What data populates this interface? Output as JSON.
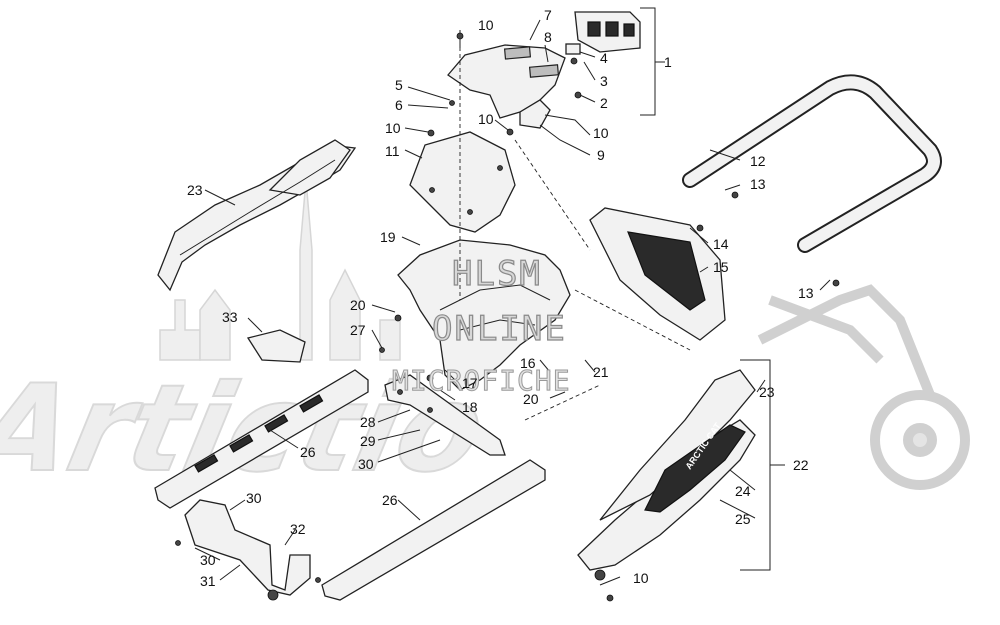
{
  "watermark": {
    "line1": "HLSM",
    "line2": "ONLINE",
    "line3": "MICROFICHE",
    "brand": "Artictio"
  },
  "callouts": {
    "c1": "1",
    "c2": "2",
    "c3": "3",
    "c4": "4",
    "c5": "5",
    "c6": "6",
    "c7": "7",
    "c8": "8",
    "c9": "9",
    "c10a": "10",
    "c10b": "10",
    "c10c": "10",
    "c10d": "10",
    "c10e": "10",
    "c11": "11",
    "c12": "12",
    "c13a": "13",
    "c13b": "13",
    "c14": "14",
    "c15": "15",
    "c16": "16",
    "c17": "17",
    "c18": "18",
    "c19": "19",
    "c20a": "20",
    "c20b": "20",
    "c21": "21",
    "c22": "22",
    "c23a": "23",
    "c23b": "23",
    "c24": "24",
    "c25": "25",
    "c26a": "26",
    "c26b": "26",
    "c27": "27",
    "c28": "28",
    "c29": "29",
    "c30a": "30",
    "c30b": "30",
    "c30c": "30",
    "c31": "31",
    "c32": "32",
    "c33": "33"
  },
  "decal_text": "ARCTIC CAT"
}
